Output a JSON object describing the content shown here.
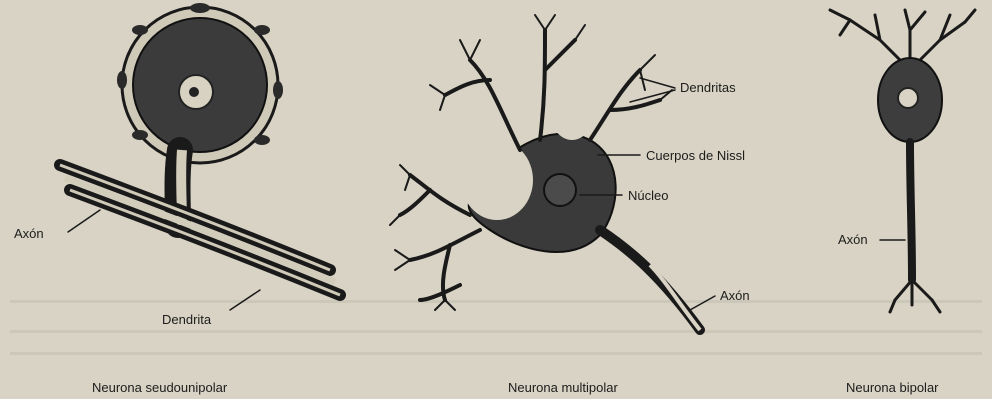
{
  "panels": [
    {
      "caption": "Neurona seudounipolar",
      "labels": {
        "axon": "Axón",
        "dendrite": "Dendrita"
      }
    },
    {
      "caption": "Neurona multipolar",
      "labels": {
        "dendrites": "Dendritas",
        "nissl": "Cuerpos de Nissl",
        "nucleus": "Núcleo",
        "axon": "Axón"
      }
    },
    {
      "caption": "Neurona bipolar",
      "labels": {
        "axon": "Axón"
      }
    }
  ]
}
